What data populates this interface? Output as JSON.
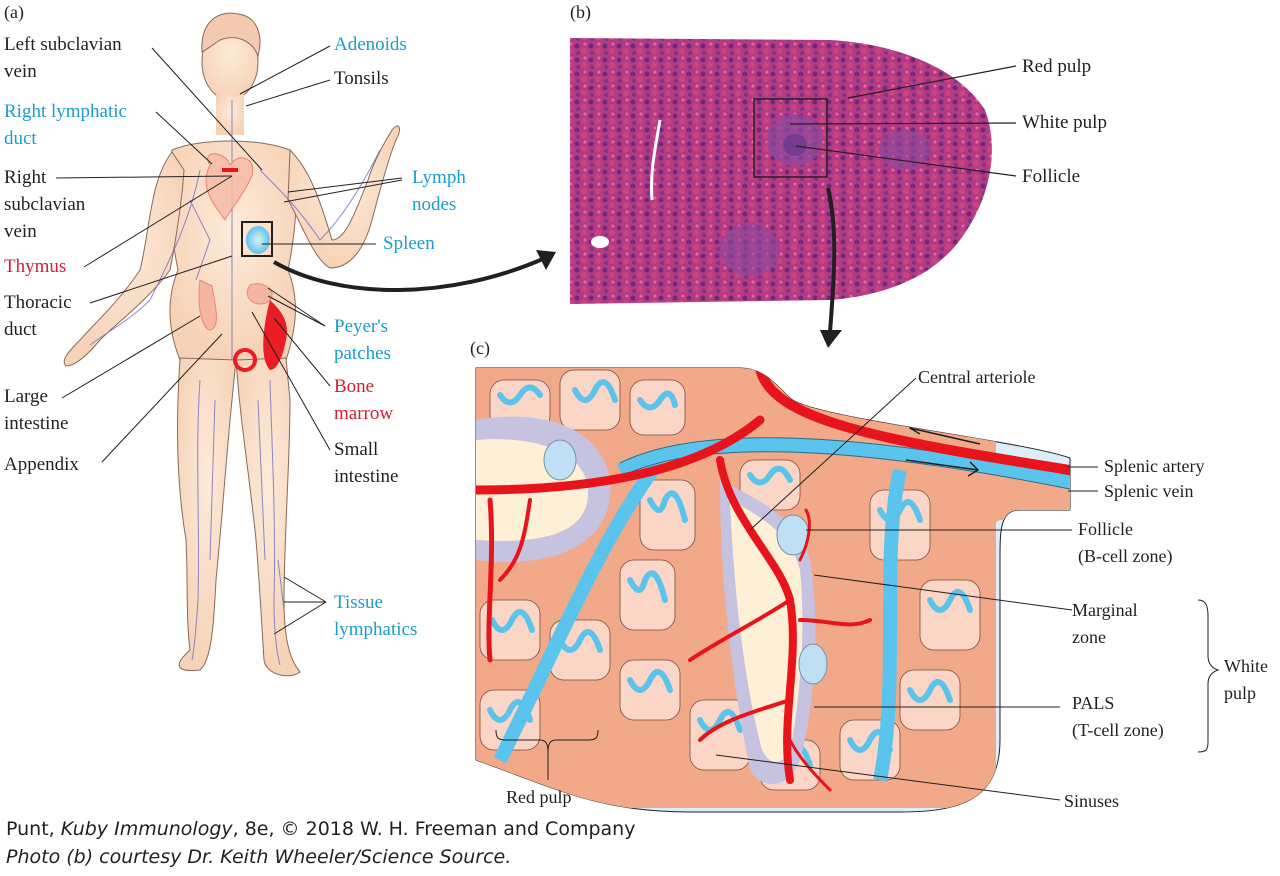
{
  "panels": {
    "a": "(a)",
    "b": "(b)",
    "c": "(c)"
  },
  "colors": {
    "blue_label": "#1a9cd0",
    "red_label": "#d71f31",
    "black_label": "#231f20",
    "artery": "#e8141c",
    "vein": "#5bc4ec",
    "pulp": "#f2a98a",
    "tissue_bg": "#dbeefa",
    "pals": "#fdf0d6",
    "marginal": "#c6c3e0"
  },
  "panel_a": {
    "left_labels": [
      {
        "text": "Left subclavian\nvein",
        "color": "black"
      },
      {
        "text": "Right lymphatic\nduct",
        "color": "blue"
      },
      {
        "text": "Right\nsubclavian\nvein",
        "color": "black"
      },
      {
        "text": "Thymus",
        "color": "red"
      },
      {
        "text": "Thoracic\nduct",
        "color": "black"
      },
      {
        "text": "Large\nintestine",
        "color": "black"
      },
      {
        "text": "Appendix",
        "color": "black"
      }
    ],
    "right_labels": [
      {
        "text": "Adenoids",
        "color": "blue"
      },
      {
        "text": "Tonsils",
        "color": "black"
      },
      {
        "text": "Lymph\nnodes",
        "color": "blue"
      },
      {
        "text": "Spleen",
        "color": "blue"
      },
      {
        "text": "Peyer's\npatches",
        "color": "blue"
      },
      {
        "text": "Bone\nmarrow",
        "color": "red"
      },
      {
        "text": "Small\nintestine",
        "color": "black"
      },
      {
        "text": "Tissue\nlymphatics",
        "color": "blue"
      }
    ]
  },
  "panel_b": {
    "labels": [
      "Red pulp",
      "White pulp",
      "Follicle"
    ]
  },
  "panel_c": {
    "labels": {
      "central_arteriole": "Central arteriole",
      "splenic_artery": "Splenic artery",
      "splenic_vein": "Splenic vein",
      "follicle": "Follicle\n(B-cell zone)",
      "marginal_zone": "Marginal\nzone",
      "pals": "PALS\n(T-cell zone)",
      "sinuses": "Sinuses",
      "red_pulp": "Red pulp",
      "white_pulp": "White\npulp"
    }
  },
  "credits": {
    "line1_author": "Punt, ",
    "line1_title": "Kuby Immunology",
    "line1_rest": ", 8e, © 2018 W. H. Freeman and Company",
    "line2": "Photo (b) courtesy Dr. Keith Wheeler/Science Source."
  }
}
